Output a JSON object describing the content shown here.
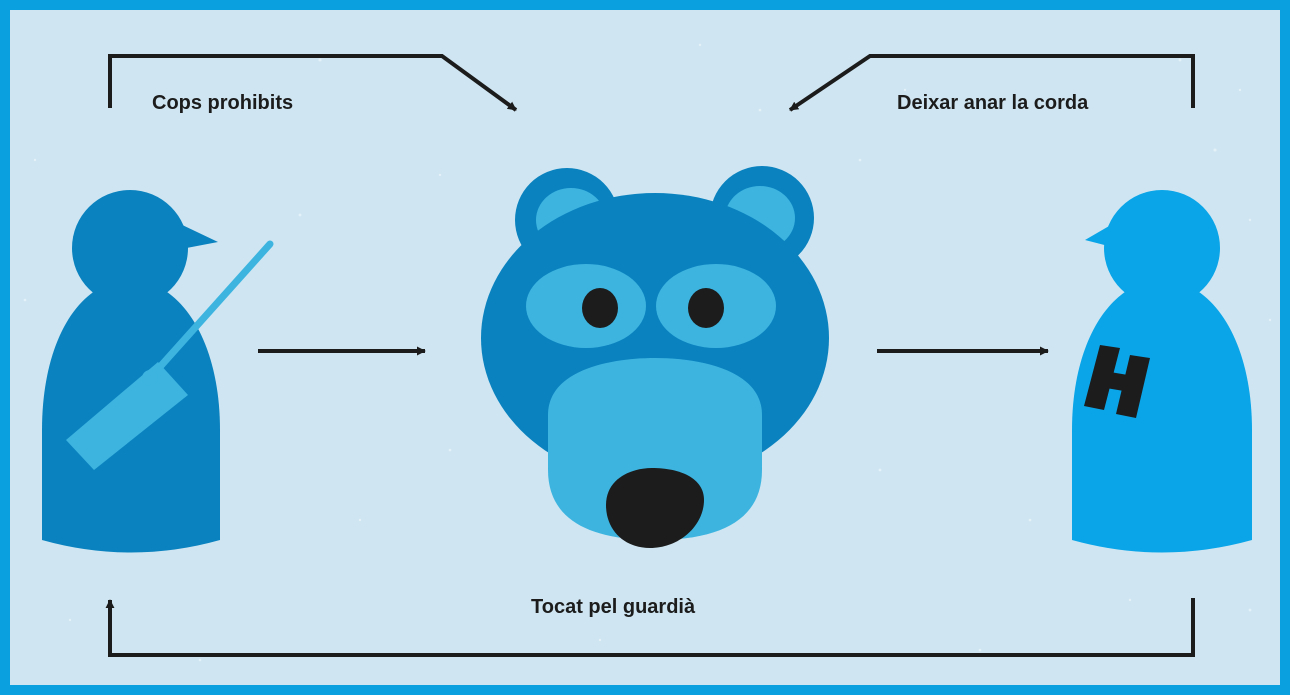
{
  "labels": {
    "top_left": "Cops prohibits",
    "top_right": "Deixar anar la corda",
    "bottom": "Tocat pel guardià"
  },
  "figures": {
    "left": {
      "icon": "hunter-with-rifle",
      "color": "#0a82bf"
    },
    "center": {
      "icon": "bear-face",
      "color": "#0a82bf"
    },
    "right": {
      "icon": "guard-with-binoculars",
      "color": "#0aa5e8"
    }
  },
  "colors": {
    "border": "#0aa0e0",
    "background": "#cfe6f2",
    "arrow": "#1c1c1c",
    "light_blue": "#3db4e0",
    "dark_blue": "#0a82bf",
    "guard_blue": "#0aa5e8"
  }
}
